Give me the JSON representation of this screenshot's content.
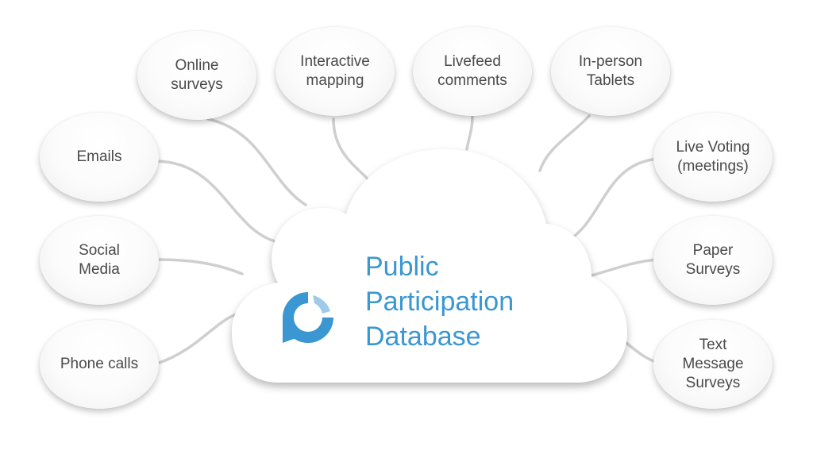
{
  "center": {
    "title": "Public\nParticipation\nDatabase",
    "logo_icon": "circular-arrow-logo-icon",
    "color": "#3a97d2"
  },
  "sources": {
    "online_surveys": "Online\nsurveys",
    "interactive_mapping": "Interactive\nmapping",
    "livefeed_comments": "Livefeed\ncomments",
    "inperson_tablets": "In-person\nTablets",
    "emails": "Emails",
    "social_media": "Social\nMedia",
    "phone_calls": "Phone calls",
    "live_voting": "Live Voting\n(meetings)",
    "paper_surveys": "Paper\nSurveys",
    "text_message_surveys": "Text\nMessage\nSurveys"
  },
  "colors": {
    "connector": "#cfcfcf",
    "bubble_text": "#4a4a4a",
    "accent": "#3a97d2"
  }
}
